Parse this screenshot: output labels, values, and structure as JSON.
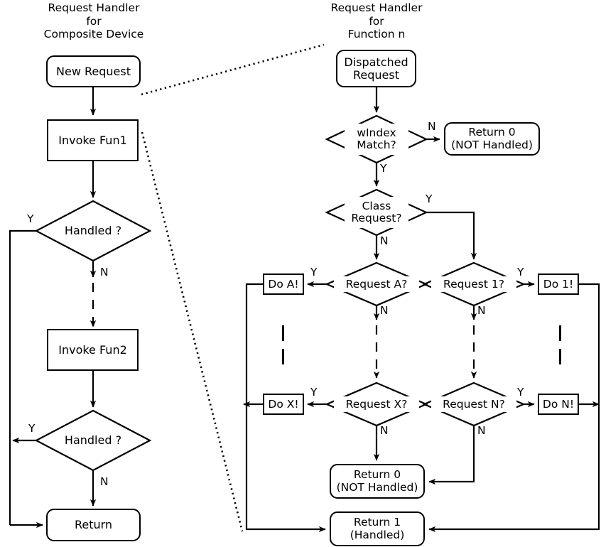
{
  "diagram": {
    "type": "flowchart",
    "title_left": "Request Handler\nfor\nComposite Device",
    "title_right": "Request Handler\nfor\nFunction n",
    "stroke_color": "#000000",
    "background_color": "#ffffff"
  },
  "left_panel": {
    "title_line1": "Request Handler",
    "title_line2": "for",
    "title_line3": "Composite Device",
    "nodes": {
      "new_request": "New Request",
      "invoke_fun1": "Invoke Fun1",
      "handled_1": "Handled ?",
      "invoke_fun2": "Invoke Fun2",
      "handled_2": "Handled ?",
      "return": "Return"
    },
    "edge_labels": {
      "handled1_yes": "Y",
      "handled1_no": "N",
      "handled2_yes": "Y",
      "handled2_no": "N"
    }
  },
  "right_panel": {
    "title_line1": "Request Handler",
    "title_line2": "for",
    "title_line3": "Function n",
    "nodes": {
      "dispatched_request_l1": "Dispatched",
      "dispatched_request_l2": "Request",
      "windex_match_l1": "wIndex",
      "windex_match_l2": "Match?",
      "return0_top_l1": "Return 0",
      "return0_top_l2": "(NOT Handled)",
      "class_request_l1": "Class",
      "class_request_l2": "Request?",
      "request_a": "Request A?",
      "request_1": "Request 1?",
      "request_x": "Request X?",
      "request_n": "Request N?",
      "do_a": "Do A!",
      "do_1": "Do 1!",
      "do_x": "Do X!",
      "do_n": "Do N!",
      "return0_bottom_l1": "Return 0",
      "return0_bottom_l2": "(NOT Handled)",
      "return1_l1": "Return 1",
      "return1_l2": "(Handled)"
    },
    "edge_labels": {
      "windex_no": "N",
      "windex_yes": "Y",
      "class_yes": "Y",
      "class_no": "N",
      "request_a_yes": "Y",
      "request_a_no": "N",
      "request_1_yes": "Y",
      "request_1_no": "N",
      "request_x_yes": "Y",
      "request_x_no": "N",
      "request_n_yes": "Y",
      "request_n_no": "N"
    }
  }
}
